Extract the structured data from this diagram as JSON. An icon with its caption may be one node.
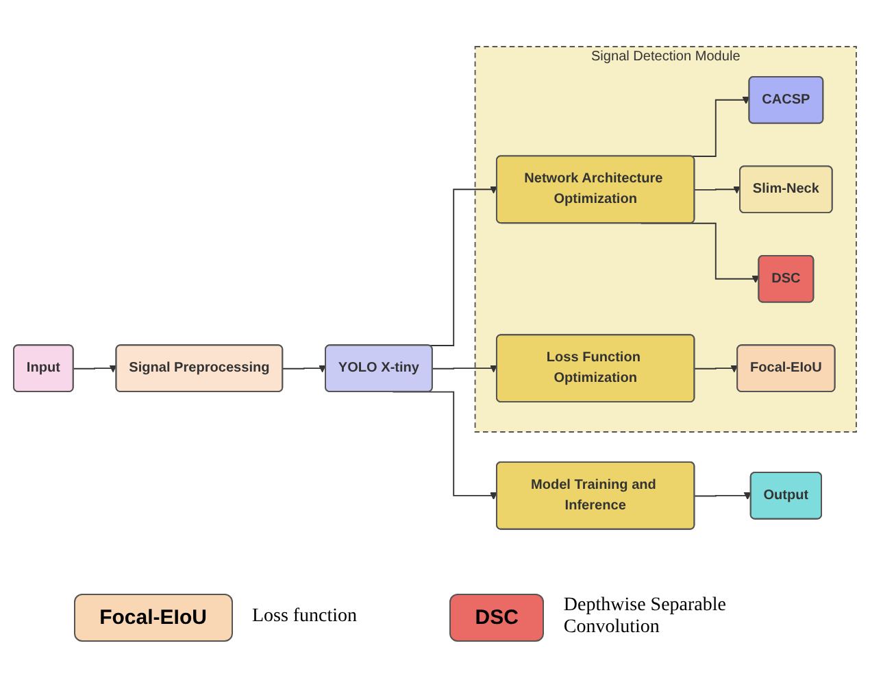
{
  "diagram": {
    "nodes": [
      {
        "text": [
          "Input"
        ]
      },
      {
        "text": [
          "Signal Preprocessing"
        ]
      },
      {
        "text": [
          "YOLO X-tiny"
        ]
      },
      {
        "text": [
          "Model Training and Inference"
        ]
      },
      {
        "text": [
          "Output"
        ]
      },
      {
        "text": [
          "Signal Detection Module"
        ]
      },
      {
        "text": [
          "Network Architecture Optimization"
        ],
        "in": 5
      },
      {
        "text": [
          "CACSP"
        ],
        "in": 5
      },
      {
        "text": [
          "Slim-Neck"
        ],
        "in": 5
      },
      {
        "text": [
          "DSC"
        ],
        "in": 5
      },
      {
        "text": [
          "Loss Function Optimization"
        ],
        "in": 5
      },
      {
        "text": [
          "Focal-EIoU"
        ],
        "in": 5
      }
    ],
    "edges": [
      {
        "from": 0,
        "to": 1,
        "arrow": "to"
      },
      {
        "from": 1,
        "to": 2,
        "arrow": "to"
      },
      {
        "from": 2,
        "to": 3,
        "arrow": "to"
      },
      {
        "from": 3,
        "to": 4,
        "arrow": "to"
      },
      {
        "from": 2,
        "to": 6,
        "arrow": "to"
      },
      {
        "from": 2,
        "to": 10,
        "arrow": "to"
      },
      {
        "from": 6,
        "to": 7,
        "arrow": "to"
      },
      {
        "from": 6,
        "to": 8,
        "arrow": "to"
      },
      {
        "from": 6,
        "to": 9,
        "arrow": "to"
      },
      {
        "from": 10,
        "to": 11,
        "arrow": "to"
      }
    ],
    "labels": [
      "Focal-EIoU",
      "DSC"
    ],
    "legend": [
      {
        "text": "Loss function",
        "color": "#f9d7b5"
      },
      {
        "text": "Depthwise Separable Convolution",
        "color": "#ea6b66"
      }
    ]
  }
}
